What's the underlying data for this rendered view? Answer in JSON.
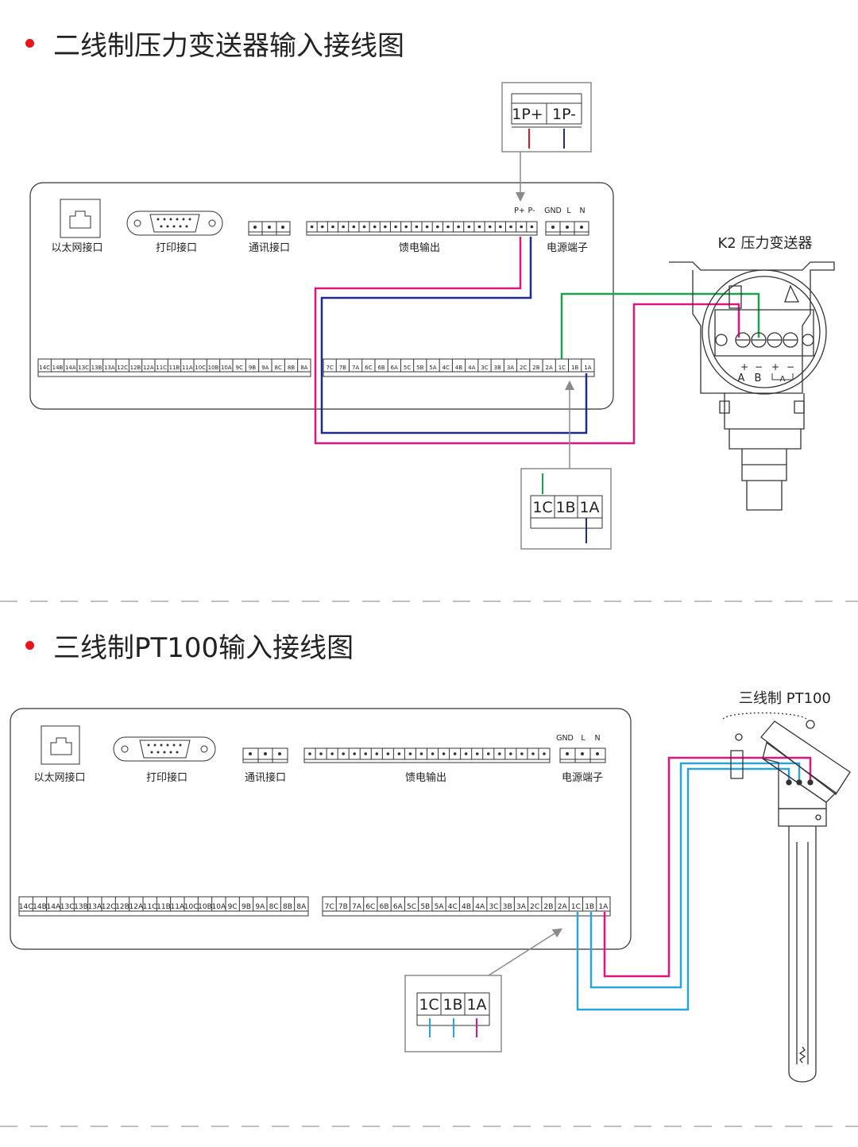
{
  "sections": [
    {
      "title": "二线制压力变送器输入接线图",
      "panel": {
        "ethernet_label": "以太网接口",
        "print_label": "打印接口",
        "comm_label": "通讯接口",
        "feed_label": "馈电输出",
        "power_label": "电源端子",
        "feed_terminal_labels": [
          "P+",
          "P-"
        ],
        "power_terminal_labels": [
          "GND",
          "L",
          "N"
        ],
        "left_terminals": [
          "14C",
          "14B",
          "14A",
          "13C",
          "13B",
          "13A",
          "12C",
          "12B",
          "12A",
          "11C",
          "11B",
          "11A",
          "10C",
          "10B",
          "10A",
          "9C",
          "9B",
          "9A",
          "8C",
          "8B",
          "8A"
        ],
        "right_terminals": [
          "7C",
          "7B",
          "7A",
          "6C",
          "6B",
          "6A",
          "5C",
          "5B",
          "5A",
          "4C",
          "4B",
          "4A",
          "3C",
          "3B",
          "3A",
          "2C",
          "2B",
          "2A",
          "1C",
          "1B",
          "1A"
        ]
      },
      "zoom_top": [
        "1P+",
        "1P-"
      ],
      "zoom_bottom": [
        "1C",
        "1B",
        "1A"
      ],
      "device_title": "K2 压力变送器",
      "device_terminal_labels": [
        "A",
        "B",
        "A"
      ]
    },
    {
      "title": "三线制PT100输入接线图",
      "panel": {
        "ethernet_label": "以太网接口",
        "print_label": "打印接口",
        "comm_label": "通讯接口",
        "feed_label": "馈电输出",
        "power_label": "电源端子",
        "power_terminal_labels": [
          "GND",
          "L",
          "N"
        ],
        "left_terminals": [
          "14C",
          "14B",
          "14A",
          "13C",
          "13B",
          "13A",
          "12C",
          "12B",
          "12A",
          "11C",
          "11B",
          "11A",
          "10C",
          "10B",
          "10A",
          "9C",
          "9B",
          "9A",
          "8C",
          "8B",
          "8A"
        ],
        "right_terminals": [
          "7C",
          "7B",
          "7A",
          "6C",
          "6B",
          "6A",
          "5C",
          "5B",
          "5A",
          "4C",
          "4B",
          "4A",
          "3C",
          "3B",
          "3A",
          "2C",
          "2B",
          "2A",
          "1C",
          "1B",
          "1A"
        ]
      },
      "zoom_bottom": [
        "1C",
        "1B",
        "1A"
      ],
      "device_title": "三线制 PT100"
    }
  ],
  "colors": {
    "red": "#e8141b",
    "blue": "#1e2a8c",
    "green": "#1aa34a",
    "magenta": "#e0157f",
    "cyan": "#2aa5dc",
    "gray": "#8a8a8a"
  }
}
